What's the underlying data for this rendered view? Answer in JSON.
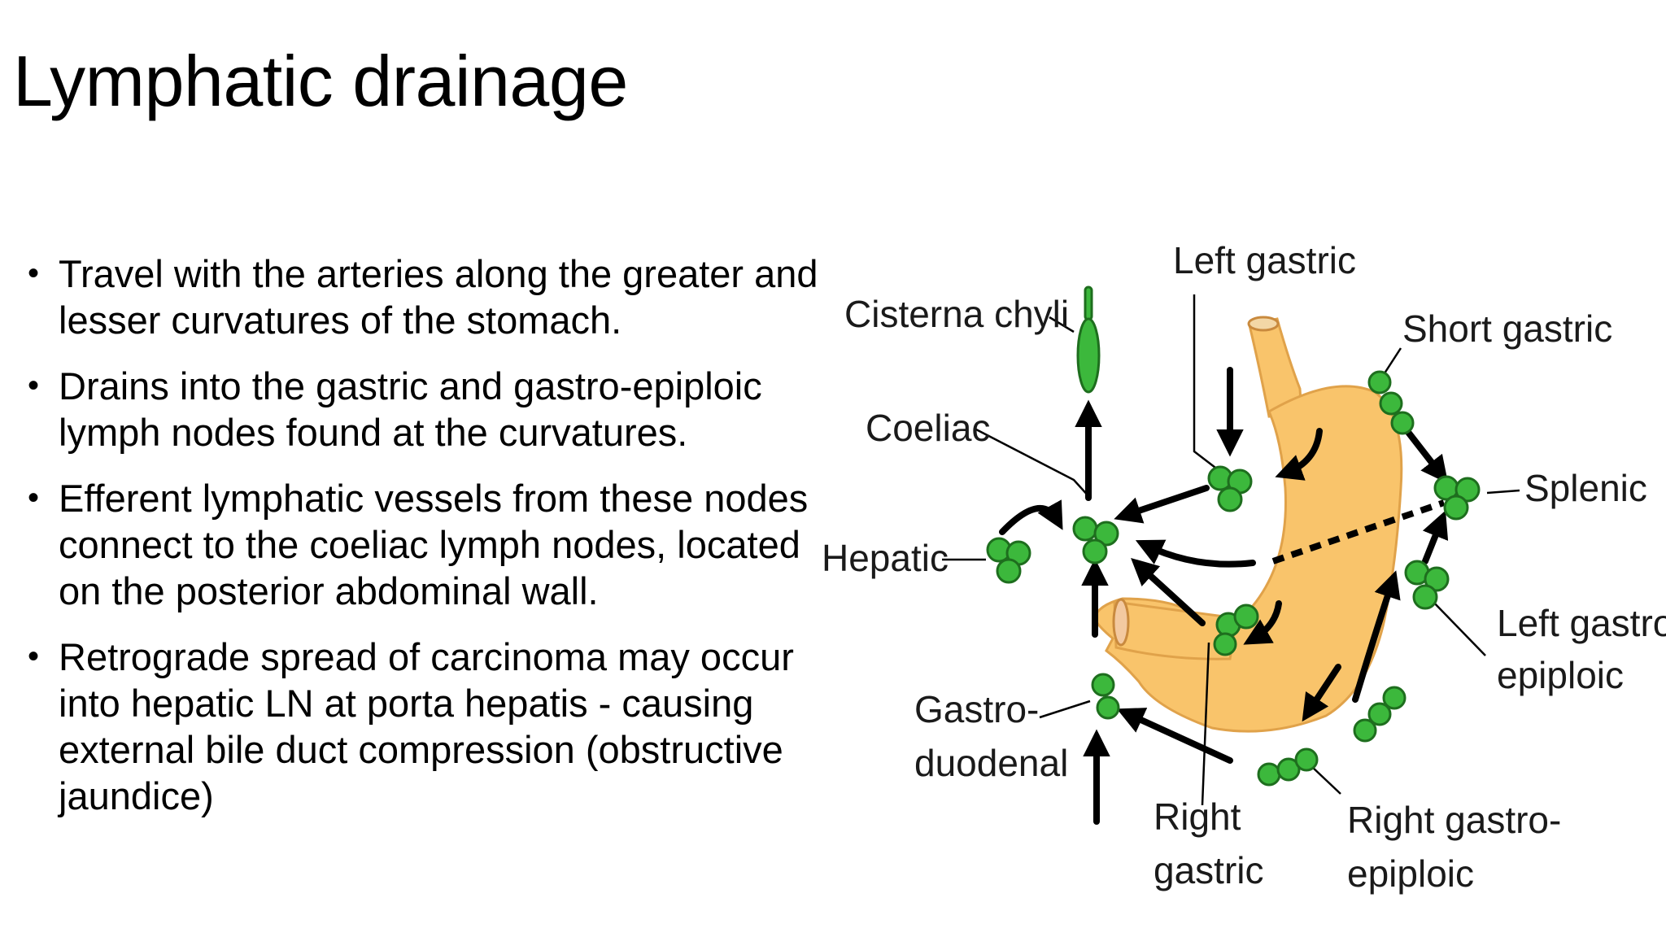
{
  "slide": {
    "title": "Lymphatic drainage",
    "bullets": [
      "Travel with the arteries along the greater and lesser curvatures of the stomach.",
      "Drains into the gastric and gastro-epiploic lymph nodes found at the curvatures.",
      "Efferent lymphatic vessels from these nodes connect to the coeliac lymph nodes, located on the posterior abdominal wall.",
      "Retrograde spread of carcinoma may occur into hepatic LN at porta hepatis - causing external bile duct compression (obstructive jaundice)"
    ],
    "bullet_glyph": "•"
  },
  "diagram": {
    "labels": {
      "left_gastric": "Left gastric",
      "cisterna_chyli": "Cisterna chyli",
      "short_gastric": "Short gastric",
      "coeliac": "Coeliac",
      "splenic": "Splenic",
      "hepatic": "Hepatic",
      "left_gastro_epiploic_1": "Left gastro-",
      "left_gastro_epiploic_2": "epiploic",
      "gastro_duodenal_1": "Gastro-",
      "gastro_duodenal_2": "duodenal",
      "right_gastric_1": "Right",
      "right_gastric_2": "gastric",
      "right_gastro_epiploic_1": "Right gastro-",
      "right_gastro_epiploic_2": "epiploic"
    },
    "colors": {
      "stomach_fill": "#f9c46b",
      "stomach_stroke": "#e0a24a",
      "node_fill": "#3cb83c",
      "node_stroke": "#1e6e1e",
      "arrow": "#000000"
    }
  }
}
